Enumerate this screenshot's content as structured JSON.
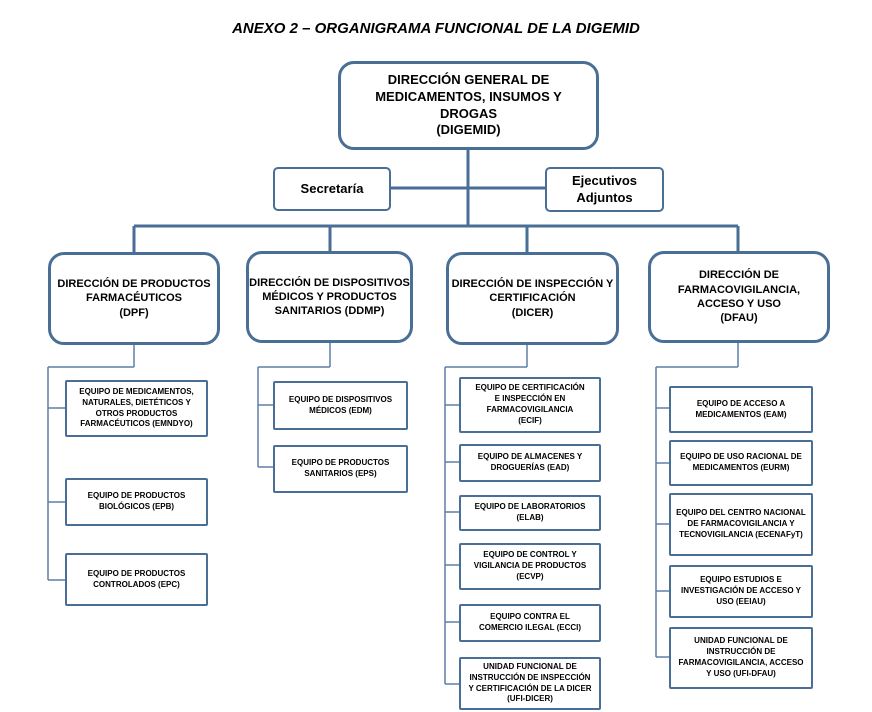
{
  "title": "ANEXO 2 – ORGANIGRAMA FUNCIONAL DE LA DIGEMID",
  "top": "DIRECCIÓN GENERAL DE\nMEDICAMENTOS, INSUMOS Y\nDROGAS\n(DIGEMID)",
  "secretaria": "Secretaría",
  "ejecutivos": "Ejecutivos\nAdjuntos",
  "directions": [
    {
      "label": "DIRECCIÓN DE PRODUCTOS\nFARMACÉUTICOS\n(DPF)",
      "teams": [
        "EQUIPO DE MEDICAMENTOS,\nNATURALES, DIETÉTICOS Y\nOTROS PRODUCTOS\nFARMACÉUTICOS (EMNDYO)",
        "EQUIPO DE PRODUCTOS\nBIOLÓGICOS (EPB)",
        "EQUIPO DE PRODUCTOS\nCONTROLADOS (EPC)"
      ]
    },
    {
      "label": "DIRECCIÓN DE DISPOSITIVOS\nMÉDICOS Y PRODUCTOS\nSANITARIOS (DDMP)",
      "teams": [
        "EQUIPO DE DISPOSITIVOS\nMÉDICOS (EDM)",
        "EQUIPO DE PRODUCTOS\nSANITARIOS  (EPS)"
      ]
    },
    {
      "label": "DIRECCIÓN DE INSPECCIÓN Y\nCERTIFICACIÓN\n(DICER)",
      "teams": [
        "EQUIPO DE CERTIFICACIÓN\nE INSPECCIÓN EN\nFARMACOVIGILANCIA\n(ECIF)",
        "EQUIPO DE  ALMACENES Y\nDROGUERÍAS  (EAD)",
        "EQUIPO DE LABORATORIOS\n(ELAB)",
        "EQUIPO DE CONTROL Y\nVIGILANCIA DE PRODUCTOS\n(ECVP)",
        "EQUIPO CONTRA EL\nCOMERCIO ILEGAL (ECCI)",
        "UNIDAD FUNCIONAL DE\nINSTRUCCIÓN  DE INSPECCIÓN\nY CERTIFICACIÓN DE LA DICER\n(UFI-DICER)"
      ]
    },
    {
      "label": "DIRECCIÓN DE\nFARMACOVIGILANCIA,\nACCESO Y USO\n(DFAU)",
      "teams": [
        "EQUIPO DE ACCESO A\nMEDICAMENTOS  (EAM)",
        "EQUIPO DE USO RACIONAL  DE\nMEDICAMENTOS (EURM)",
        "EQUIPO DEL CENTRO NACIONAL\nDE FARMACOVIGILANCIA Y\nTECNOVIGILANCIA  (ECENAFyT)",
        "EQUIPO ESTUDIOS E\nINVESTIGACIÓN DE ACCESO Y\nUSO  (EEIAU)",
        "UNIDAD FUNCIONAL DE\nINSTRUCCIÓN  DE\nFARMACOVIGILANCIA, ACCESO\nY USO (UFI-DFAU)"
      ]
    }
  ]
}
